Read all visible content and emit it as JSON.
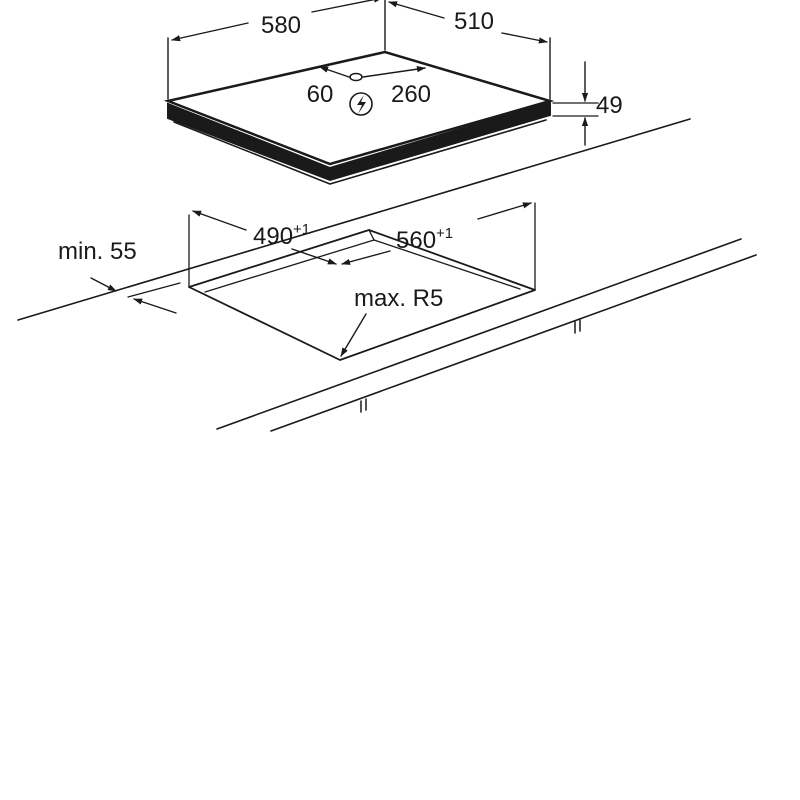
{
  "dimensions": {
    "hob_width": "580",
    "hob_depth": "510",
    "hob_height": "49",
    "cable_left": "60",
    "cable_right": "260",
    "cutout_depth": "490",
    "cutout_width": "560",
    "cutout_tolerance": "+1",
    "min_distance": "min. 55",
    "max_radius": "max. R5"
  },
  "icons": {
    "electric_connection": "lightning-bolt-in-circle"
  }
}
